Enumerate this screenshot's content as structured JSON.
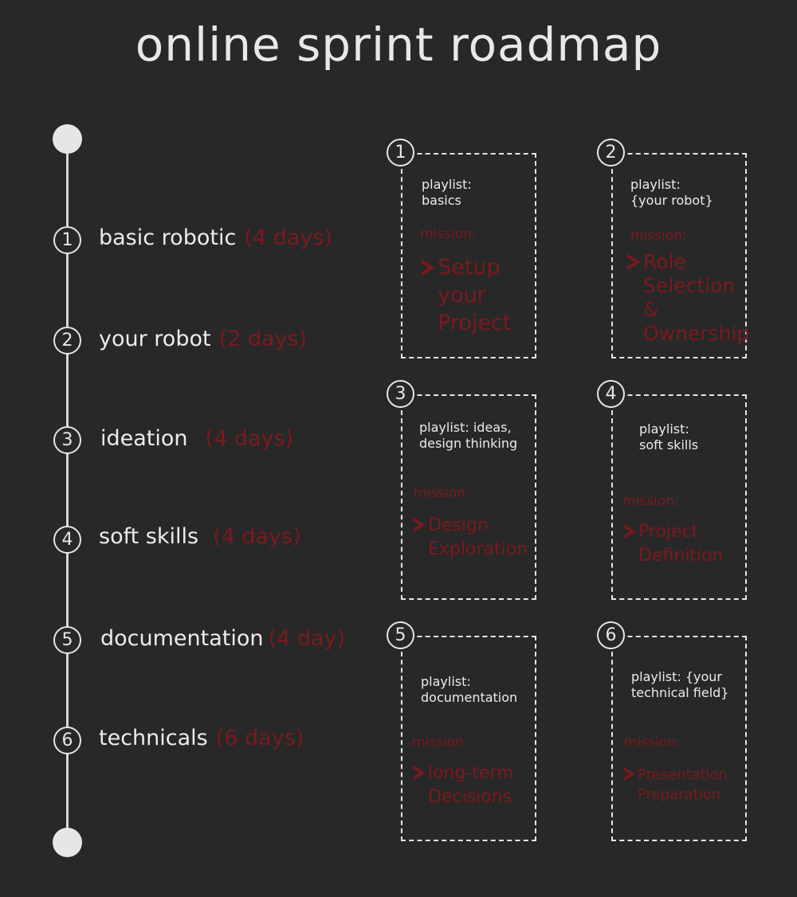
{
  "title": "online sprint roadmap",
  "stages": [
    {
      "number": "1",
      "name": "basic robotic",
      "duration": "(4 days)"
    },
    {
      "number": "2",
      "name": "your robot",
      "duration": "(2 days)"
    },
    {
      "number": "3",
      "name": "ideation",
      "duration": "(4 days)"
    },
    {
      "number": "4",
      "name": "soft skills",
      "duration": "(4 days)"
    },
    {
      "number": "5",
      "name": "documentation",
      "duration": "(4 day)"
    },
    {
      "number": "6",
      "name": "technicals",
      "duration": "(6 days)"
    }
  ],
  "cards": [
    {
      "number": "1",
      "playlist": "playlist:\nbasics",
      "mission_label": "mission:",
      "mission": "Setup your Project"
    },
    {
      "number": "2",
      "playlist": "playlist:\n{your robot}",
      "mission_label": "mission:",
      "mission": "Role Selection & Ownership"
    },
    {
      "number": "3",
      "playlist": "playlist: ideas,\ndesign thinking",
      "mission_label": "mission:",
      "mission": "Design Exploration"
    },
    {
      "number": "4",
      "playlist": "playlist:\nsoft skills",
      "mission_label": "mission:",
      "mission": "Project Definition"
    },
    {
      "number": "5",
      "playlist": "playlist:\ndocumentation",
      "mission_label": "mission:",
      "mission": "long-term Decisions"
    },
    {
      "number": "6",
      "playlist": "playlist: {your\ntechnical field}",
      "mission_label": "mission:",
      "mission": "Presentation Preparation"
    }
  ],
  "colors": {
    "background": "#282828",
    "text": "#ececec",
    "accent": "#7a1a1f"
  }
}
